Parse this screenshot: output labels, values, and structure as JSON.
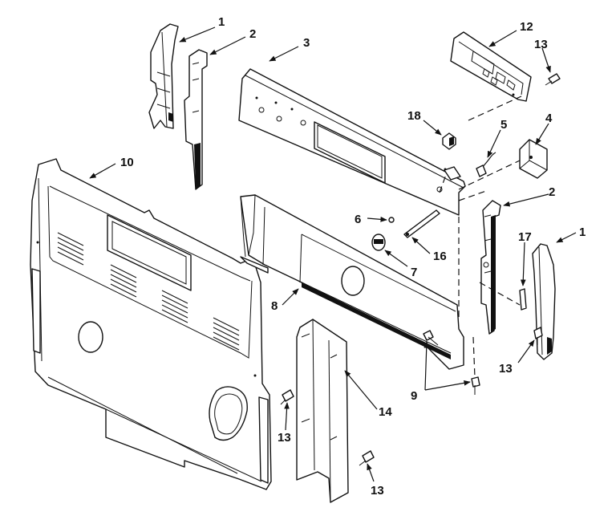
{
  "diagram": {
    "labels": {
      "p1a": "1",
      "p2a": "2",
      "p3": "3",
      "p12": "12",
      "p13a": "13",
      "p18": "18",
      "p5": "5",
      "p4": "4",
      "p10": "10",
      "p2b": "2",
      "p6": "6",
      "p17": "17",
      "p1b": "1",
      "p16": "16",
      "p7": "7",
      "p8": "8",
      "p13b": "13",
      "p9": "9",
      "p13c": "13",
      "p14": "14",
      "p13d": "13"
    }
  }
}
